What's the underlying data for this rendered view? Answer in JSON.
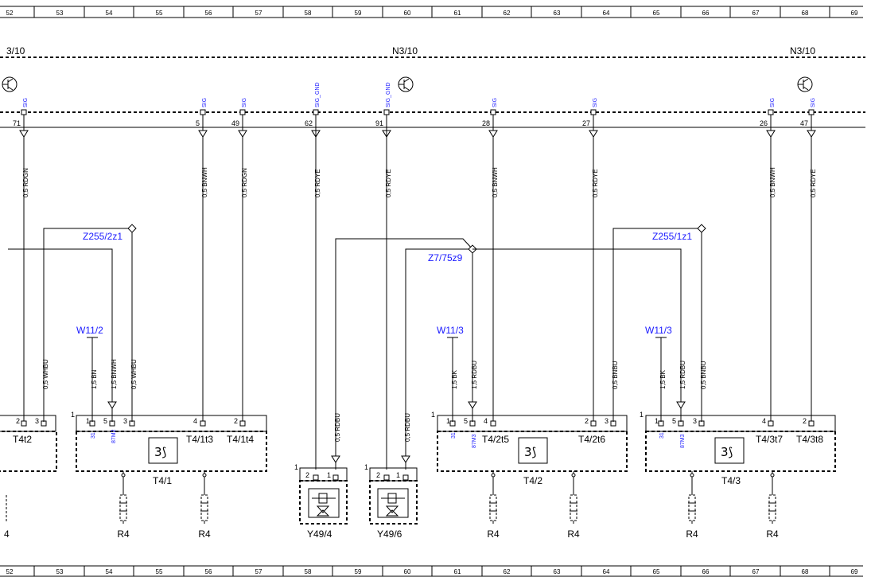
{
  "grid_numbers": [
    "52",
    "53",
    "54",
    "55",
    "56",
    "57",
    "58",
    "59",
    "60",
    "61",
    "62",
    "63",
    "64",
    "65",
    "66",
    "67",
    "68",
    "69"
  ],
  "modules": {
    "left_partial": "3/10",
    "center": "N3/10",
    "right": "N3/10"
  },
  "pins": [
    {
      "num": "71",
      "sig": "SIG",
      "wire": "0,5 RDGN"
    },
    {
      "num": "5",
      "sig": "SIG",
      "wire": "0,5 BNWH"
    },
    {
      "num": "49",
      "sig": "SIG",
      "wire": "0,5 RDGN"
    },
    {
      "num": "62",
      "sig": "SIG_GND",
      "wire": "0,5 RDYE"
    },
    {
      "num": "91",
      "sig": "SIG_GND",
      "wire": "0,5 RDYE"
    },
    {
      "num": "28",
      "sig": "SIG",
      "wire": "0,5 BNWH"
    },
    {
      "num": "27",
      "sig": "SIG",
      "wire": "0,5 RDYE"
    },
    {
      "num": "26",
      "sig": "SIG",
      "wire": "0,5 BNWH"
    },
    {
      "num": "47",
      "sig": "SIG",
      "wire": "0,5 RDYE"
    }
  ],
  "splices": {
    "z255_2z1": "Z255/2z1",
    "z7_75z9": "Z7/75z9",
    "z255_1z1": "Z255/1z1"
  },
  "grounds": {
    "w11_2": "W11/2",
    "w11_3a": "W11/3",
    "w11_3b": "W11/3"
  },
  "wires": {
    "whbu_a": "0,5 WHBU",
    "bn_1": "1,5 BN",
    "bnwh_1": "1,5 BNWH",
    "whbu_b": "0,5 WHBU",
    "rdbu_y4": "0,5 RDBU",
    "rdbu_y6": "0,5 RDBU",
    "bk_2": "1,5 BK",
    "rdbu_2": "1,5 RDBU",
    "bnbu_2": "0,5 BNBU",
    "bk_3": "1,5 BK",
    "rdbu_3": "1,5 RDBU",
    "bnbu_3": "0,5 BNBU"
  },
  "components": {
    "t4t2": "T4t2",
    "t4_1t3": "T4/1t3",
    "t4_1t4": "T4/1t4",
    "t4_1": "T4/1",
    "t4_2t5": "T4/2t5",
    "t4_2t6": "T4/2t6",
    "t4_2": "T4/2",
    "t4_3t7": "T4/3t7",
    "t4_3t8": "T4/3t8",
    "t4_3": "T4/3",
    "y49_4": "Y49/4",
    "y49_6": "Y49/6",
    "r4": "R4",
    "r4_partial": "4"
  },
  "pin_marks": {
    "31": "31",
    "87m2": "87M2",
    "87m3": "87M3",
    "p1": "1",
    "p2": "2",
    "p3": "3",
    "p4": "4",
    "p5": "5"
  }
}
